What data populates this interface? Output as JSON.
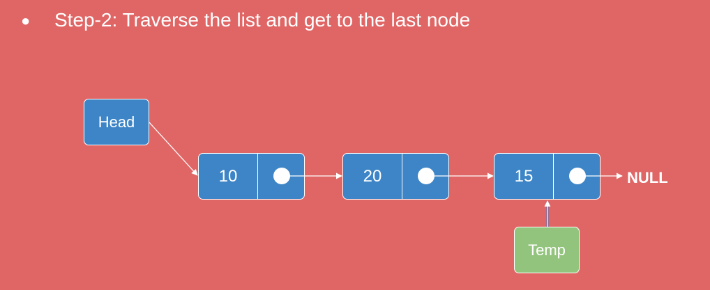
{
  "slide": {
    "bullet": "●",
    "title": "Step-2: Traverse the list and get to the last node"
  },
  "diagram": {
    "head_label": "Head",
    "temp_label": "Temp",
    "null_label": "NULL",
    "nodes": [
      {
        "value": "10"
      },
      {
        "value": "20"
      },
      {
        "value": "15"
      }
    ]
  },
  "colors": {
    "background": "#e06666",
    "node_fill": "#3d85c6",
    "temp_fill": "#93c47d",
    "stroke": "#ffffff"
  }
}
